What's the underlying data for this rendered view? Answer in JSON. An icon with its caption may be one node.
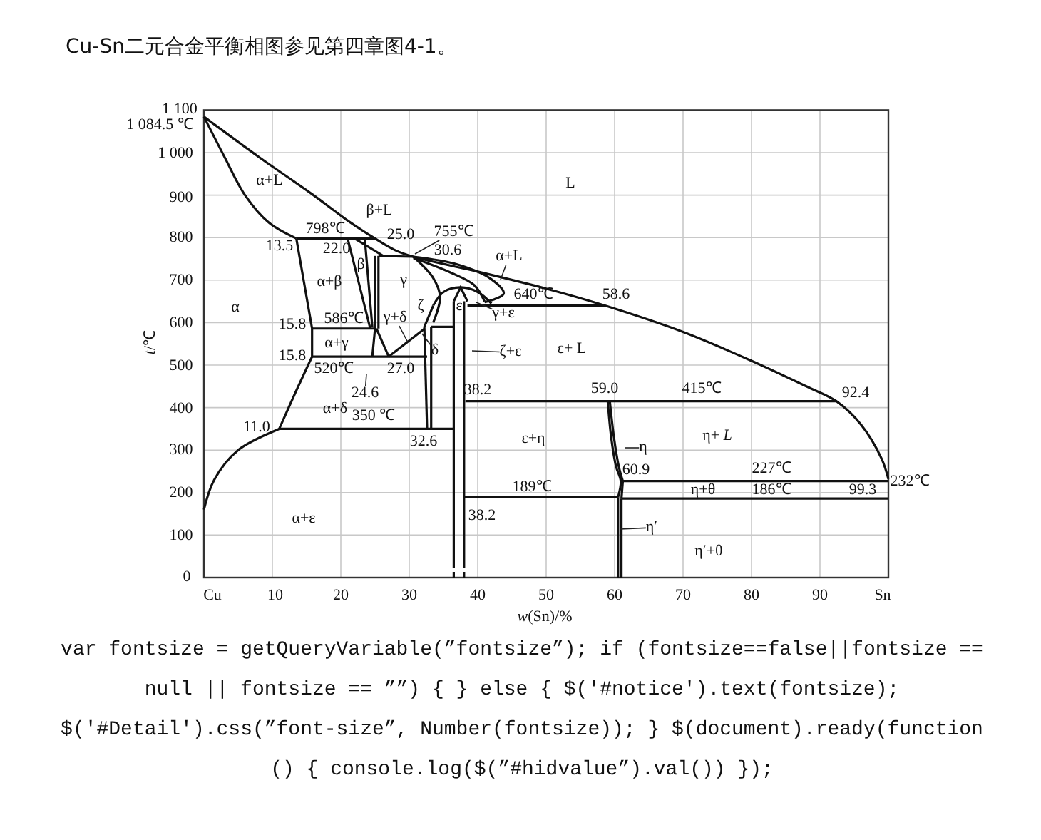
{
  "diagram": {
    "title": "Cu-Sn二元合金平衡相图参见第四章图4-1。",
    "nodes": [
      {
        "text": [
          "α+L"
        ]
      },
      {
        "text": [
          "γ+ε"
        ]
      },
      {
        "text": [
          "ζ+ε"
        ]
      },
      {
        "text": [
          "δ"
        ]
      },
      {
        "text": [
          "γ+δ"
        ]
      },
      {
        "text": [
          "η"
        ]
      },
      {
        "text": [
          "η′"
        ]
      },
      {
        "text": [
          "755℃"
        ]
      },
      {
        "text": [
          "24.6"
        ]
      }
    ],
    "edges": [
      {
        "from": 0,
        "to": null,
        "arrow": "none"
      },
      {
        "from": 1,
        "to": null,
        "arrow": "none"
      },
      {
        "from": 2,
        "to": null,
        "arrow": "none"
      },
      {
        "from": 3,
        "to": null,
        "arrow": "none"
      },
      {
        "from": 4,
        "to": null,
        "arrow": "none"
      },
      {
        "from": 5,
        "to": null,
        "arrow": "none"
      },
      {
        "from": 6,
        "to": null,
        "arrow": "none"
      },
      {
        "from": 7,
        "to": null,
        "arrow": "none"
      },
      {
        "from": 8,
        "to": null,
        "arrow": "none"
      }
    ],
    "labels": [
      "1 100",
      "1 084.5 ℃",
      "1 000",
      "α+L",
      "L",
      "900",
      "β+L",
      "800",
      "13.5",
      "798℃",
      "22.0",
      "25.0",
      "30.6",
      "β",
      "700",
      "α+β",
      "γ",
      "α",
      "ζ",
      "ε",
      "640℃",
      "58.6",
      "*t*/℃",
      "600",
      "15.8",
      "586℃",
      "15.8",
      "α+γ",
      "ε+ L",
      "500",
      "520℃",
      "27.0",
      "38.2",
      "59.0",
      "415℃",
      "400",
      "α+δ",
      "92.4",
      "11.0",
      "350 ℃",
      "300",
      "32.6",
      "ε+η",
      "η+ *L*",
      "200",
      "189℃",
      "60.9",
      "η+θ",
      "227℃",
      "186℃",
      "99.3",
      "232℃",
      "α+ε",
      "38.2",
      "100",
      "η′+θ",
      "0",
      "Cu",
      "10",
      "20",
      "30",
      "40",
      "50",
      "60",
      "70",
      "80",
      "90",
      "Sn",
      "*w*(Sn)/%",
      "var fontsize = getQueryVariable(”fontsize”); if (fontsize==false||fontsize == null || fontsize == ””) { } else { $('#notice').text(fontsize); $('#Detail').css(”font-size”, Number(fontsize)); } $(document).ready(function () { console.log($(”#hidvalue”).val()) });"
    ]
  }
}
